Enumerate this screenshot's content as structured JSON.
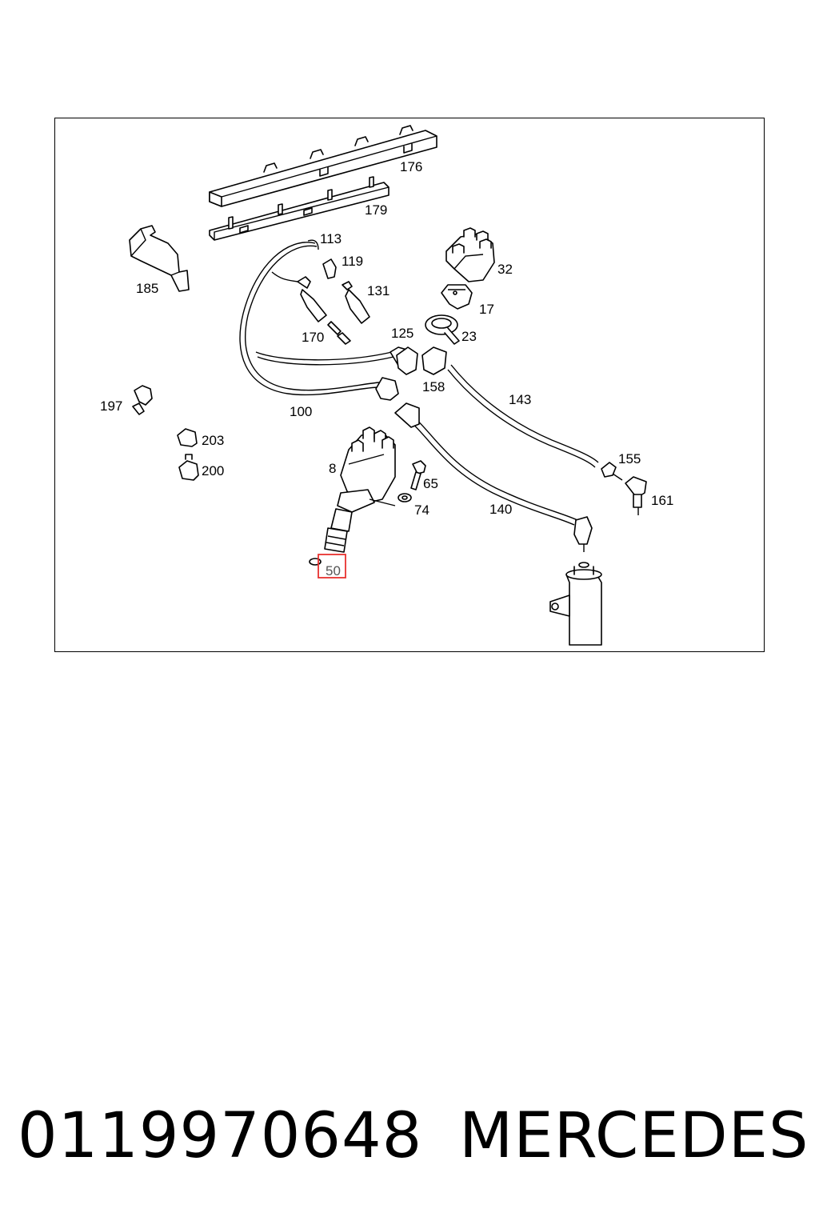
{
  "diagram": {
    "callouts": {
      "p176": "176",
      "p179": "179",
      "p185": "185",
      "p113": "113",
      "p119": "119",
      "p131": "131",
      "p32": "32",
      "p17": "17",
      "p23": "23",
      "p170": "170",
      "p125": "125",
      "p158": "158",
      "p143": "143",
      "p197": "197",
      "p100": "100",
      "p203": "203",
      "p200": "200",
      "p8": "8",
      "p65": "65",
      "p74": "74",
      "p155": "155",
      "p161": "161",
      "p140": "140",
      "p50": "50"
    },
    "highlighted_part": "50",
    "highlight_color": "#e8312f"
  },
  "footer": {
    "part_number": "0119970648",
    "brand": "MERCEDES"
  }
}
